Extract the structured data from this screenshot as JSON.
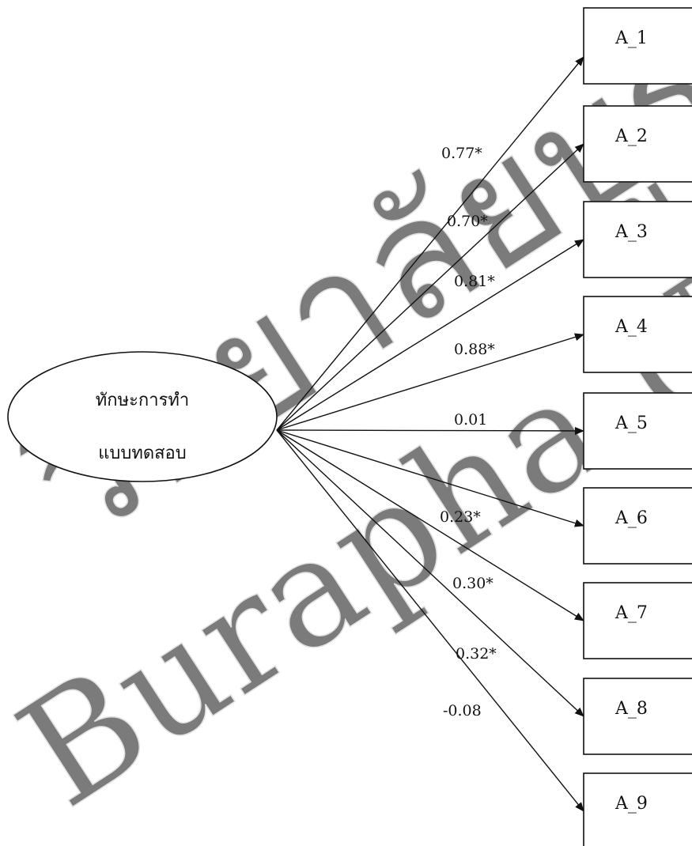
{
  "colors": {
    "stroke": "#111111",
    "background": "#ffffff",
    "watermark": "#c8c8c8"
  },
  "latent": {
    "label_line1": "ทักษะการทำ",
    "label_line2": "แบบทดสอบ"
  },
  "indicators": [
    {
      "label": "A_1",
      "loading": "0.77*"
    },
    {
      "label": "A_2",
      "loading": "0.70*"
    },
    {
      "label": "A_3",
      "loading": "0.81*"
    },
    {
      "label": "A_4",
      "loading": "0.88*"
    },
    {
      "label": "A_5",
      "loading": "0.01"
    },
    {
      "label": "A_6",
      "loading": "0.23*"
    },
    {
      "label": "A_7",
      "loading": "0.30*"
    },
    {
      "label": "A_8",
      "loading": "0.32*"
    },
    {
      "label": "A_9",
      "loading": "-0.08"
    }
  ],
  "watermark": {
    "line1": "วิทยาลัยบูรพา",
    "line2": "Burapha University"
  }
}
